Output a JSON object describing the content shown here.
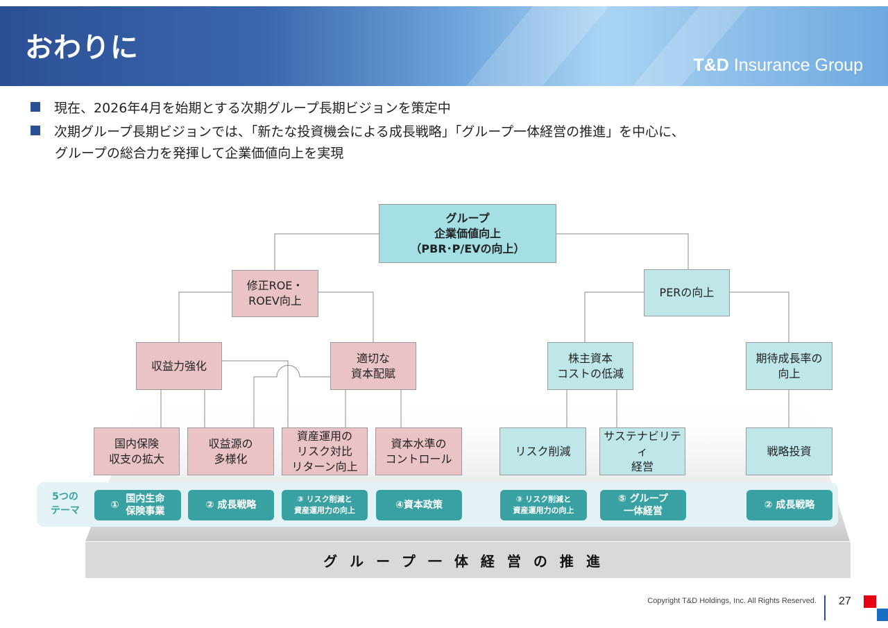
{
  "header": {
    "title": "おわりに",
    "brand_td": "T&D",
    "brand_rest": " Insurance Group"
  },
  "bullets": [
    {
      "text": "現在、2026年4月を始期とする次期グループ長期ビジョンを策定中"
    },
    {
      "text": "次期グループ長期ビジョンでは、「新たな投資機会による成長戦略」「グループ一体経営の推進」を中心に、",
      "cont": "グループの総合力を発揮して企業価値向上を実現"
    }
  ],
  "tree": {
    "top": {
      "l1": "グループ",
      "l2": "企業価値向上",
      "l3": "（PBR･P/EVの向上）"
    },
    "roe": {
      "l1": "修正ROE・",
      "l2": "ROEV向上"
    },
    "per": {
      "l1": "PERの向上"
    },
    "earning": {
      "l1": "収益力強化"
    },
    "capital": {
      "l1": "適切な",
      "l2": "資本配賦"
    },
    "coc": {
      "l1": "株主資本",
      "l2": "コストの低減"
    },
    "growth": {
      "l1": "期待成長率の",
      "l2": "向上"
    },
    "leaves": {
      "domestic": {
        "l1": "国内保険",
        "l2": "収支の拡大"
      },
      "diversify": {
        "l1": "収益源の",
        "l2": "多様化"
      },
      "asset": {
        "l1": "資産運用の",
        "l2": "リスク対比",
        "l3": "リターン向上"
      },
      "level": {
        "l1": "資本水準の",
        "l2": "コントロール"
      },
      "risk": {
        "l1": "リスク削減"
      },
      "sustain": {
        "l1": "サステナビリティ",
        "l2": "経営"
      },
      "invest": {
        "l1": "戦略投資"
      }
    }
  },
  "themes": {
    "label_l1": "5つの",
    "label_l2": "テーマ",
    "items": [
      {
        "num": "①",
        "l1": "国内生命",
        "l2": "保険事業"
      },
      {
        "l1": "② 成長戦略"
      },
      {
        "l1": "③ リスク削減と",
        "l2": "資産運用力の向上"
      },
      {
        "l1": "④資本政策"
      },
      {
        "l1": "③ リスク削減と",
        "l2": "資産運用力の向上"
      },
      {
        "l1": "⑤ グループ",
        "l2": "一体経営"
      },
      {
        "l1": "② 成長戦略"
      }
    ]
  },
  "base": {
    "text": "グループ一体経営の推進"
  },
  "footer": {
    "copyright": "Copyright T&D Holdings, Inc. All Rights Reserved.",
    "page": "27"
  },
  "colors": {
    "header_dark": "#2c4f95",
    "bullet_mark": "#2b4f93",
    "pink_box": "#e9c3c5",
    "teal_box": "#bfe7ea",
    "top_box": "#a3dfe3",
    "theme_teal": "#3aa1a3",
    "base_gray": "#d9d9d9"
  }
}
